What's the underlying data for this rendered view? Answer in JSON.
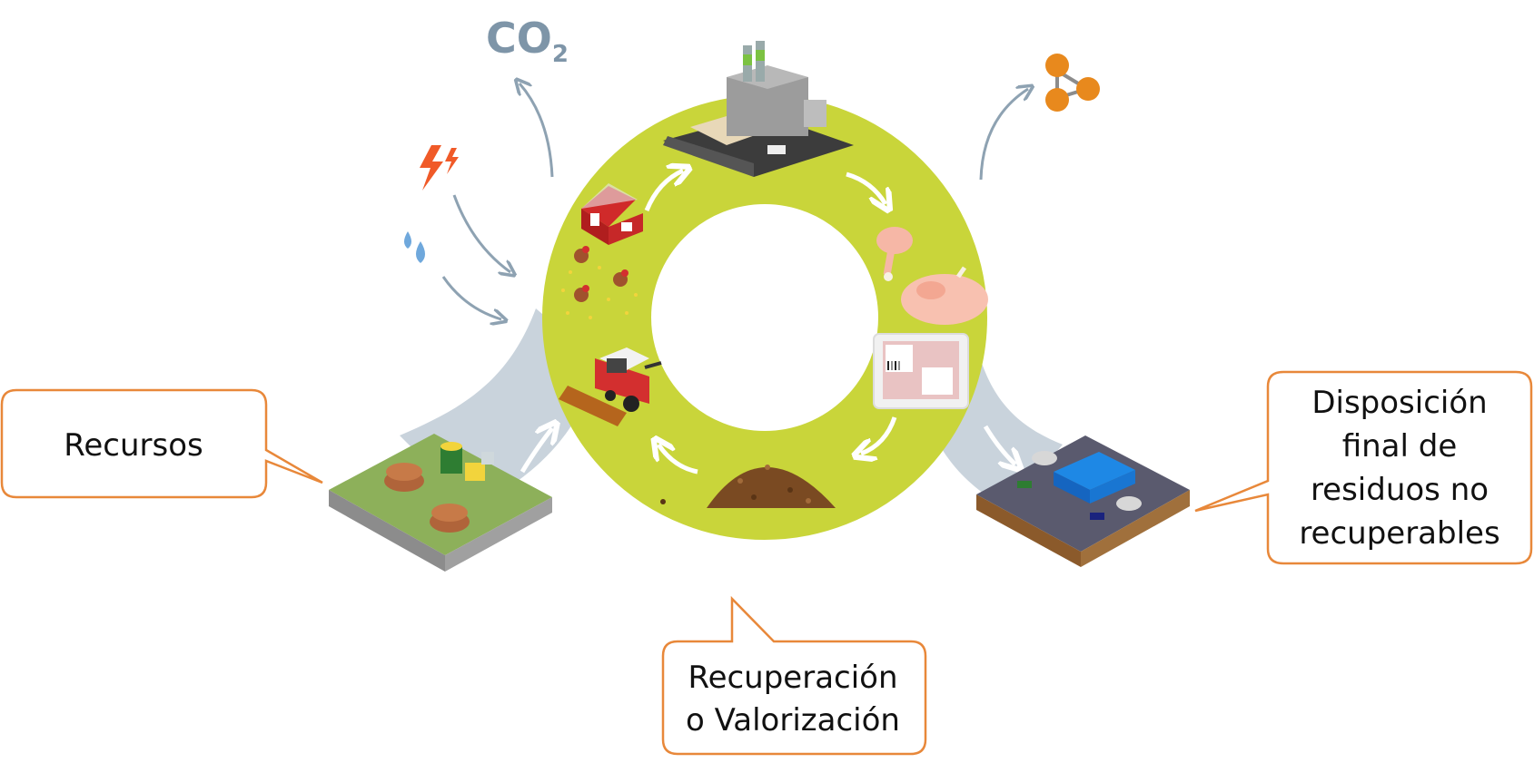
{
  "callouts": {
    "resources": {
      "label": "Recursos"
    },
    "recovery": {
      "line1": "Recuperación",
      "line2": "o Valorización"
    },
    "disposal": {
      "line1": "Disposición",
      "line2": "final de",
      "line3": "residuos no",
      "line4": "recuperables"
    }
  },
  "emission": {
    "co2_main": "CO",
    "co2_sub": "2"
  },
  "colors": {
    "ring": "#c9d53a",
    "flow_band": "#c9d3dc",
    "callout_border": "#e8883a",
    "arrow_outside": "#8ea2b2",
    "arrow_inside": "#ffffff",
    "energy": "#f05a28",
    "water": "#6fa8dc",
    "molecule": "#e8891d"
  },
  "icons": [
    "factory-icon",
    "barn-icon",
    "chickens-icon",
    "harvester-icon",
    "chicken-leg-icon",
    "roast-chicken-icon",
    "meat-package-icon",
    "compost-pile-icon",
    "farm-land-icon",
    "waste-plant-icon",
    "lightning-icon",
    "water-drops-icon",
    "molecule-icon"
  ]
}
